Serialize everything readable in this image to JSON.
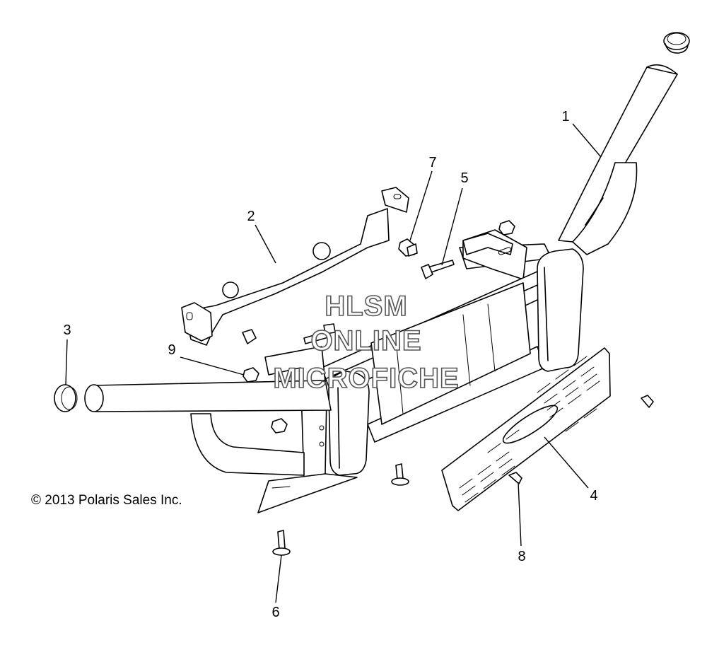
{
  "callouts": {
    "c1": "1",
    "c2": "2",
    "c3": "3",
    "c4": "4",
    "c5": "5",
    "c6": "6",
    "c7": "7",
    "c8": "8",
    "c9": "9"
  },
  "watermark": {
    "line1": "HLSM",
    "line2": "ONLINE",
    "line3": "MICROFICHE"
  },
  "copyright": "© 2013 Polaris Sales Inc.",
  "colors": {
    "line": "#000000",
    "background": "#ffffff",
    "watermark_outline": "#555555"
  }
}
